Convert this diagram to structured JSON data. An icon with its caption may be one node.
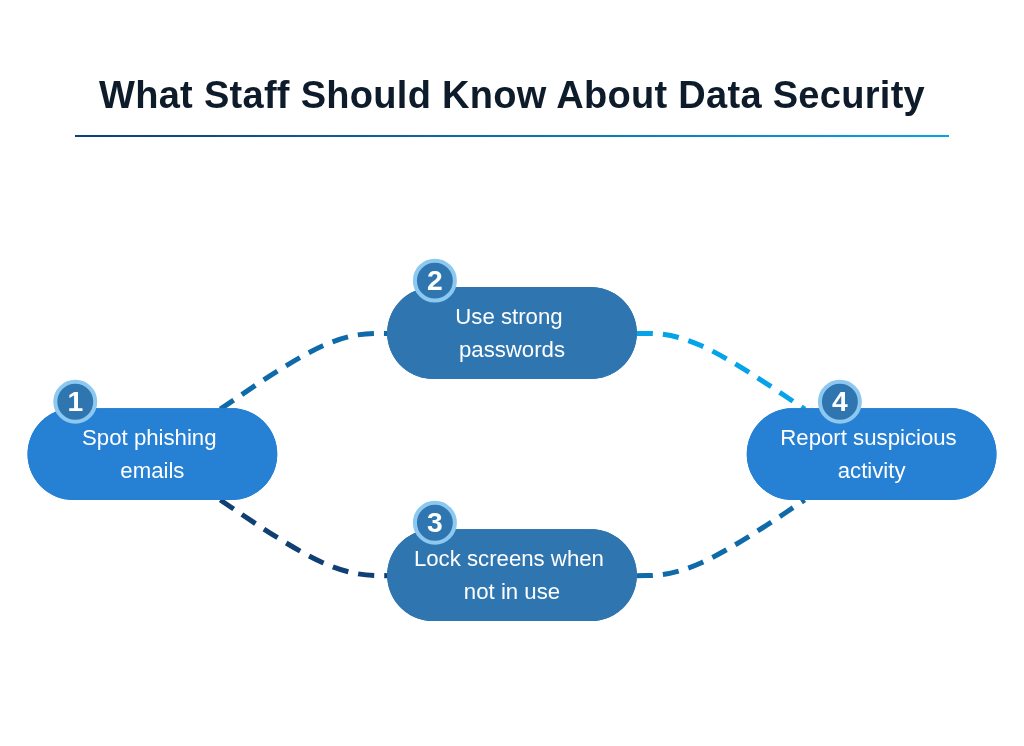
{
  "diagram": {
    "title": "What Staff Should Know About Data Security",
    "nodes": [
      {
        "text": [
          "1"
        ]
      },
      {
        "text": [
          "Spot phishing emails"
        ]
      },
      {
        "text": [
          "2"
        ]
      },
      {
        "text": [
          "Use strong passwords"
        ]
      },
      {
        "text": [
          "3"
        ]
      },
      {
        "text": [
          "Lock screens when not in use"
        ]
      },
      {
        "text": [
          "4"
        ]
      },
      {
        "text": [
          "Report suspicious activity"
        ]
      }
    ],
    "edges": [
      {
        "from": 1,
        "to": 3,
        "arrow": "none",
        "style": "dashed"
      },
      {
        "from": 3,
        "to": 7,
        "arrow": "none",
        "style": "dashed",
        "color": "#05a3e8"
      },
      {
        "from": 5,
        "to": 7,
        "arrow": "none",
        "style": "dashed"
      },
      {
        "from": 1,
        "to": 5,
        "arrow": "none",
        "style": "dashed",
        "color": "#0f3f73"
      }
    ]
  }
}
